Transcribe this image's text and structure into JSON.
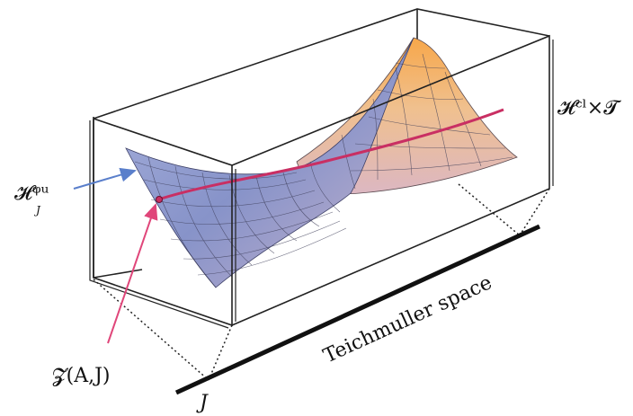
{
  "labels": {
    "product_space": "𝓗ᶜˡ×𝓣",
    "quantum_surface": "𝓗ᵠᵘ",
    "quantum_surface_sub": "J",
    "zero_set": "𝓩(A,J)",
    "axis_label": "Teichmuller space",
    "point_label": "J"
  },
  "colors": {
    "box": "#222222",
    "surface_blue": "#7f8fcc",
    "surface_orange": "#f4b56a",
    "surface_pink": "#dcb6c0",
    "curve": "#cc2f63",
    "pointer_blue": "#5a7fcb",
    "pointer_pink": "#e0467a"
  }
}
